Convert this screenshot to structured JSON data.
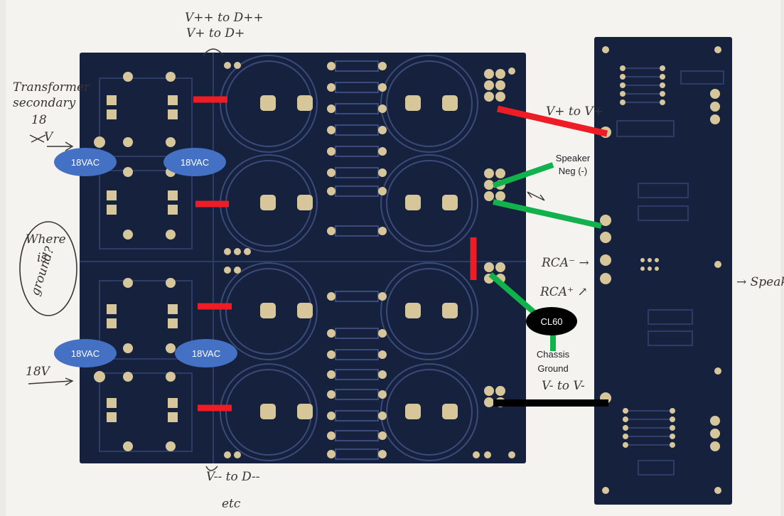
{
  "handwritten": {
    "top_note_1": "V++ to D++",
    "top_note_2": "V+ to D+",
    "transformer_1": "Transformer",
    "transformer_2": "secondary",
    "transformer_3": "18",
    "transformer_4": "V",
    "where_1": "Where",
    "where_2": "is",
    "where_3": "ground?",
    "eighteen_v": "18V",
    "bottom_note_1": "V-- to D--",
    "bottom_note_2": "etc",
    "vplus": "V+ to V+",
    "rca_minus": "RCA⁻ →",
    "rca_plus": "RCA⁺ ↗",
    "vminus": "V- to V-",
    "speaker": "→ Speaker"
  },
  "annotations": {
    "vac_label": "18VAC",
    "cl60": "CL60",
    "speaker_neg_1": "Speaker",
    "speaker_neg_2": "Neg (-)",
    "chassis_1": "Chassis",
    "chassis_2": "Ground"
  },
  "colors": {
    "pcb": "#17223f",
    "pcb_line": "#2d3b66",
    "pad": "#d6c69a",
    "badge_blue": "#4471c4",
    "wire_red": "#ee1c24",
    "wire_green": "#11b14b",
    "wire_black": "#000000"
  }
}
